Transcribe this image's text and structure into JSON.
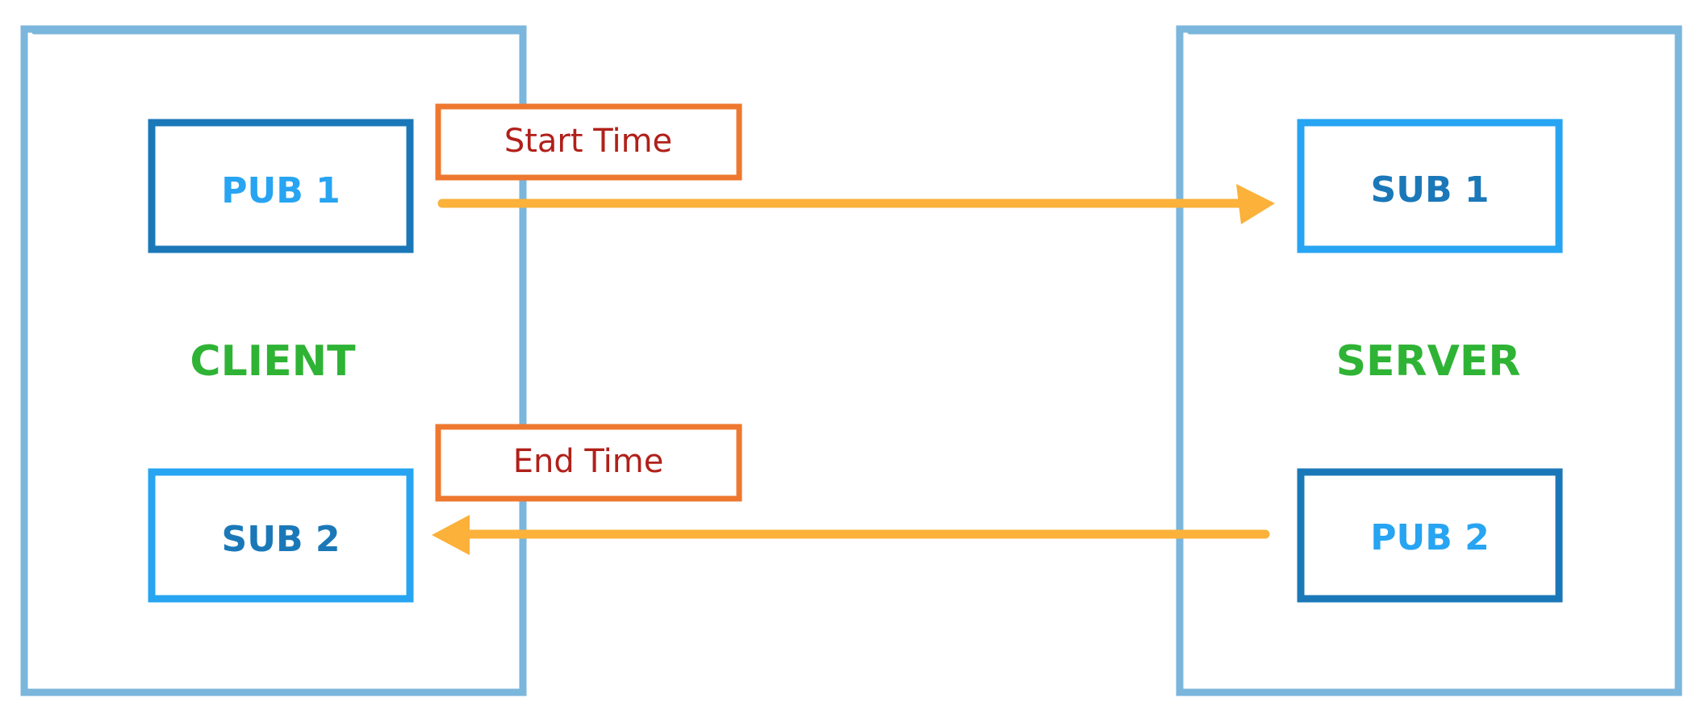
{
  "client": {
    "title": "CLIENT",
    "publisher": "PUB 1",
    "subscriber": "SUB 2"
  },
  "server": {
    "title": "SERVER",
    "subscriber": "SUB 1",
    "publisher": "PUB 2"
  },
  "labels": {
    "start": "Start Time",
    "end": "End Time"
  }
}
